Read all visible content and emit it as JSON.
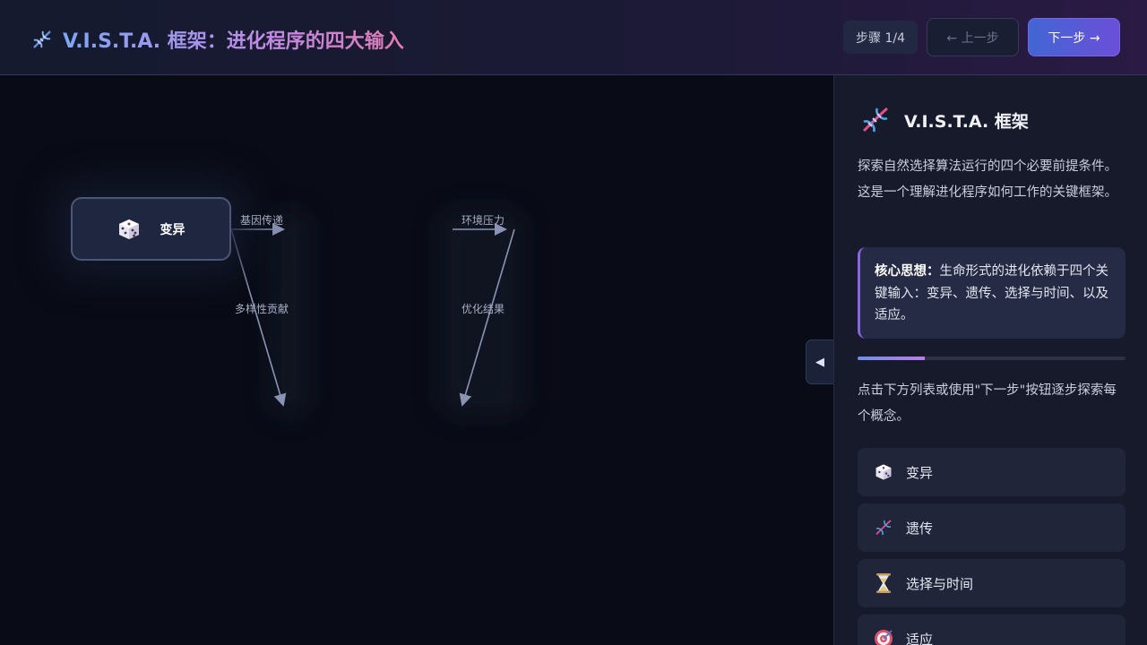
{
  "header": {
    "title": "V.I.S.T.A. 框架：进化程序的四大输入",
    "title_icon": "dna-icon",
    "step_badge": "步骤 1/4",
    "prev_label": "← 上一步",
    "next_label": "下一步 →"
  },
  "graph": {
    "node": {
      "label": "变异",
      "icon": "dice-icon"
    },
    "edge_labels": {
      "gene_transfer": "基因传递",
      "env_pressure": "环境压力",
      "diversity": "多样性贡献",
      "optimize": "优化结果"
    }
  },
  "sidebar": {
    "title": "V.I.S.T.A. 框架",
    "title_icon": "dna-icon",
    "description": "探索自然选择算法运行的四个必要前提条件。这是一个理解进化程序如何工作的关键框架。",
    "callout_label": "核心思想：",
    "callout_text": "生命形式的进化依赖于四个关键输入：变异、遗传、选择与时间、以及适应。",
    "progress_fraction": 0.25,
    "hint": "点击下方列表或使用\"下一步\"按钮逐步探索每个概念。",
    "collapse_glyph": "◀",
    "concepts": [
      {
        "label": "变异",
        "icon": "dice-icon"
      },
      {
        "label": "遗传",
        "icon": "dna-icon"
      },
      {
        "label": "选择与时间",
        "icon": "hourglass-icon"
      },
      {
        "label": "适应",
        "icon": "target-icon"
      }
    ]
  },
  "colors": {
    "accent_blue": "#4266d4",
    "accent_purple": "#8a63e8",
    "background": "#090c16"
  }
}
